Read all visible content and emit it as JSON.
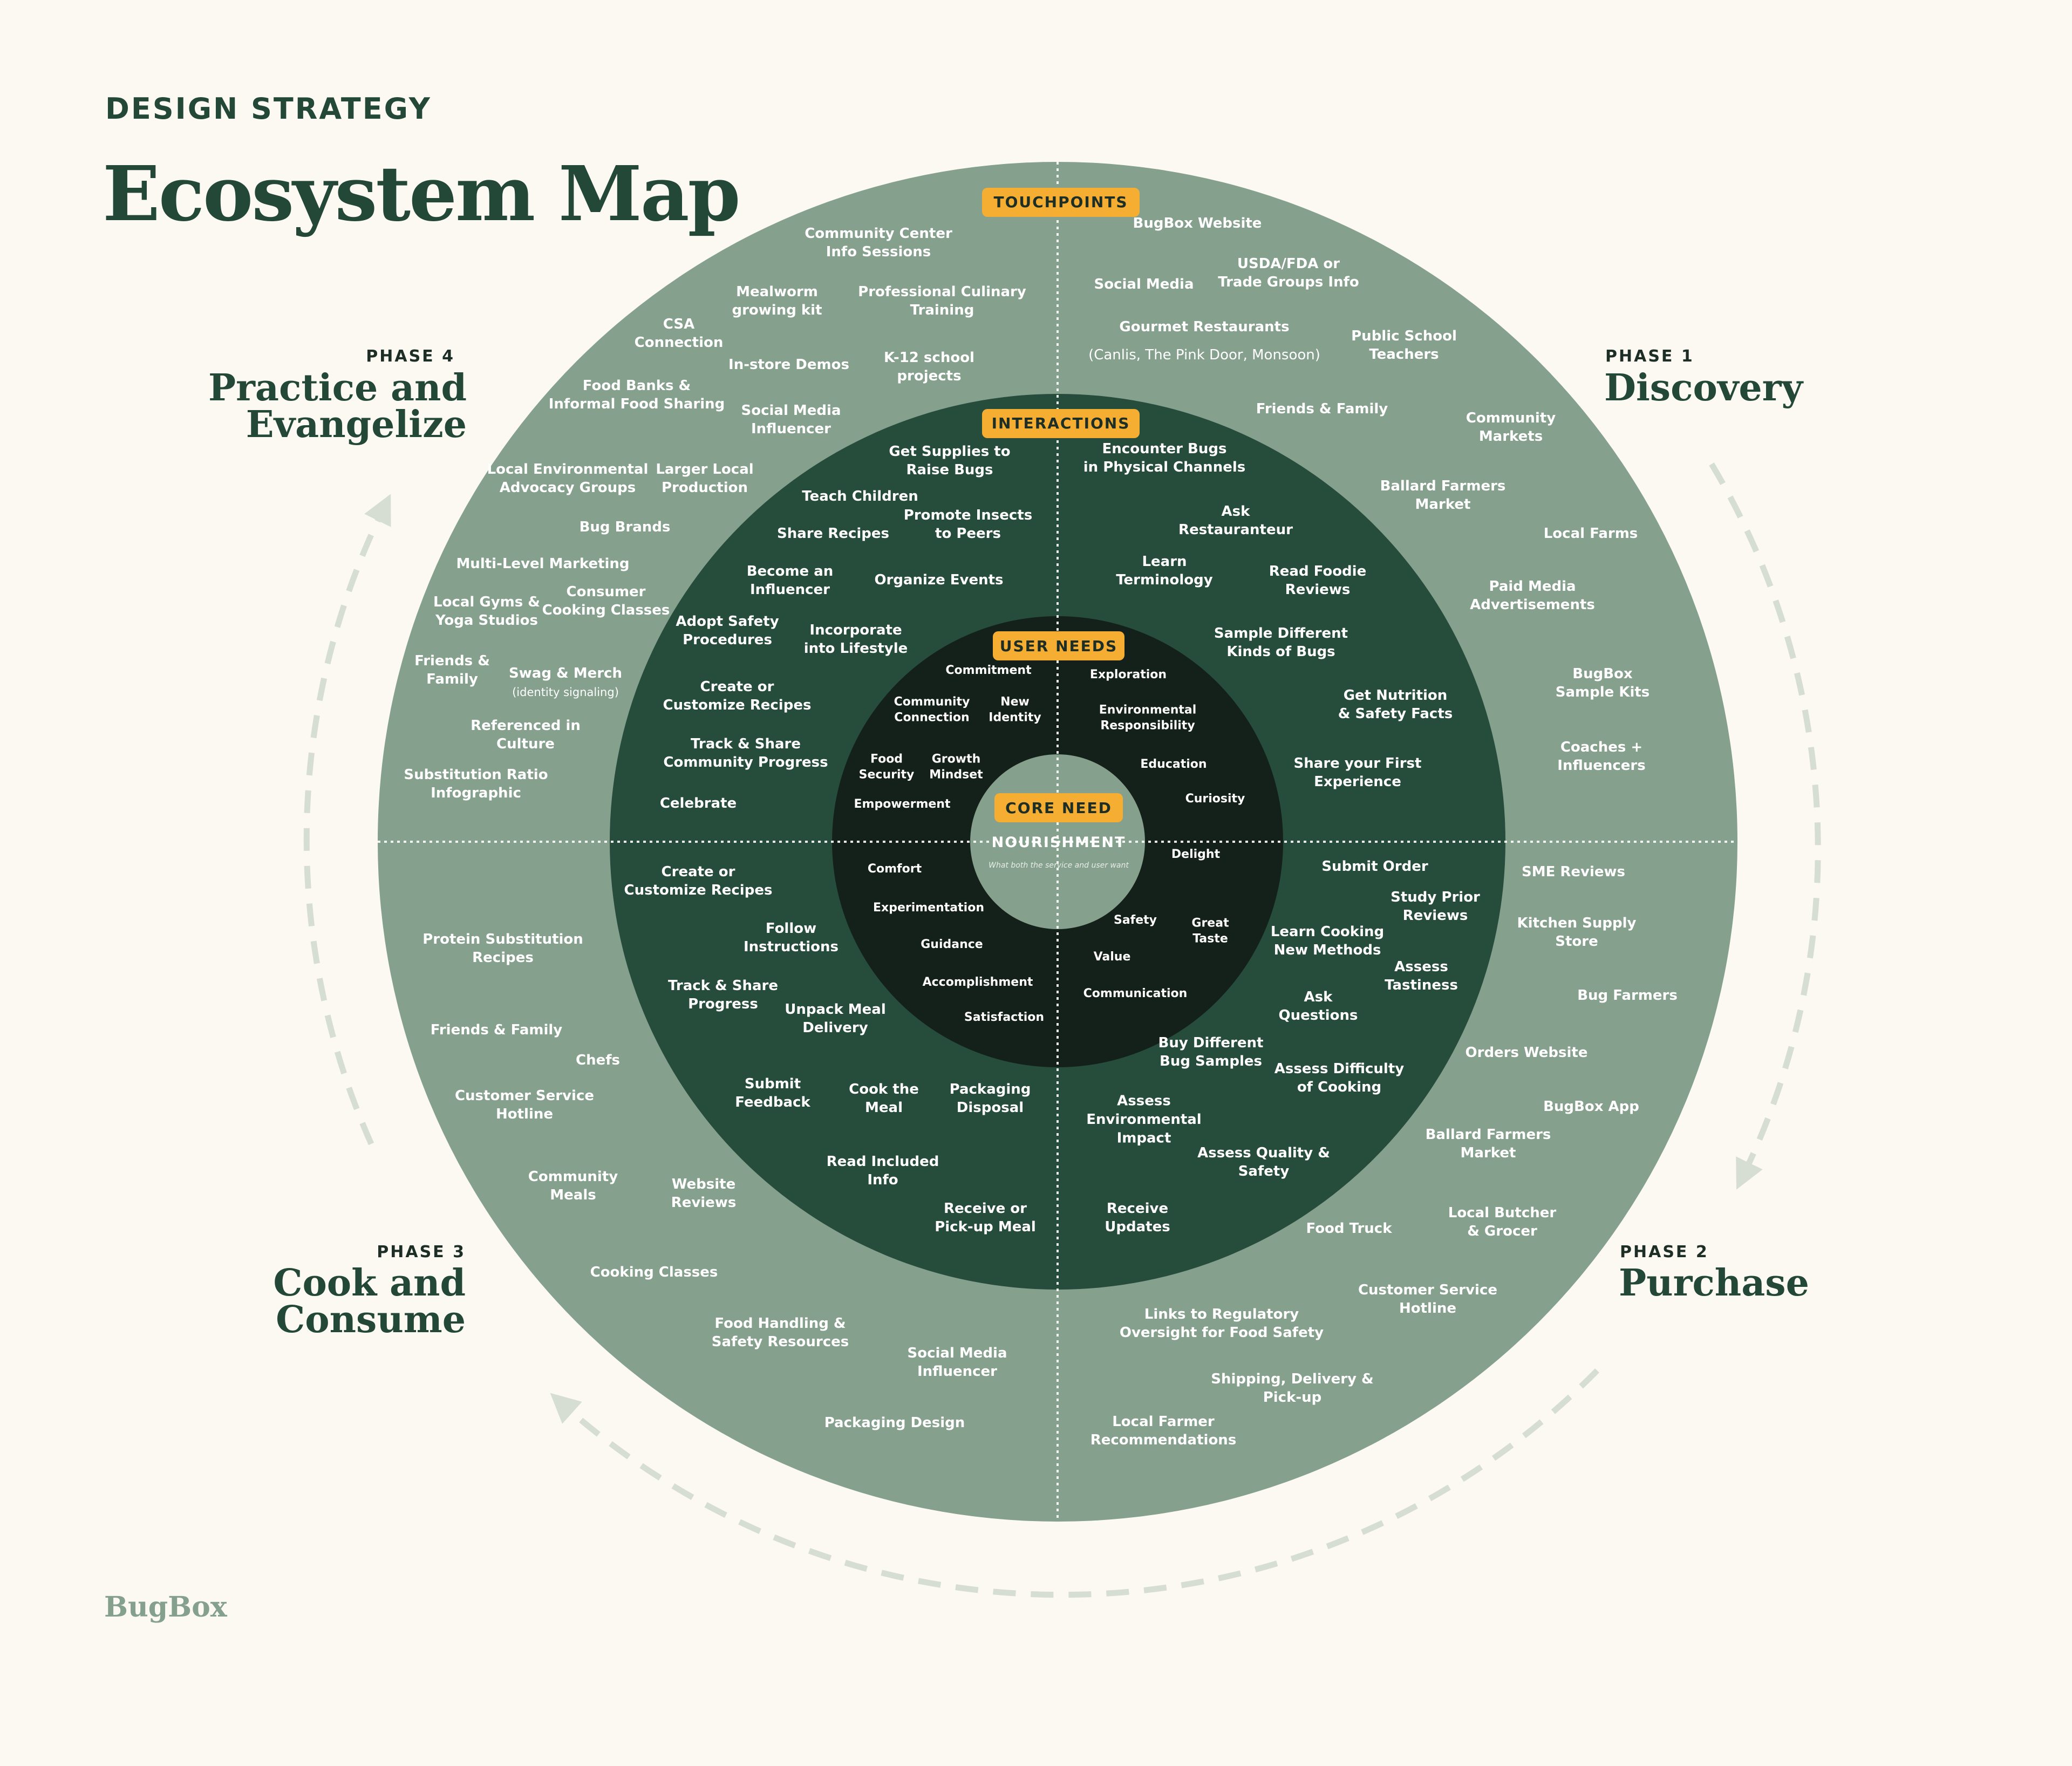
{
  "header": {
    "kicker": "DESIGN STRATEGY",
    "title": "Ecosystem Map"
  },
  "brand": "BugBox",
  "colors": {
    "background": "#fcf9f2",
    "touchpoints": "#85a08d",
    "interactions": "#264c3c",
    "user_needs": "#14201a",
    "core": "#85a08d",
    "badge": "#f5ae32",
    "dark_text": "#234838"
  },
  "badges": {
    "touchpoints": "TOUCHPOINTS",
    "interactions": "INTERACTIONS",
    "user_needs": "USER NEEDS",
    "core_need": "CORE NEED"
  },
  "core": {
    "label": "NOURISHMENT",
    "description": "What both the service and user want"
  },
  "phases": [
    {
      "label": "PHASE 1",
      "name": "Discovery"
    },
    {
      "label": "PHASE 2",
      "name": "Purchase"
    },
    {
      "label": "PHASE 3",
      "name": "Cook and Consume"
    },
    {
      "label": "PHASE 4",
      "name": "Practice and Evangelize"
    }
  ],
  "touchpoints": [
    "Community Center Info Sessions",
    "Mealworm growing kit",
    "Professional Culinary Training",
    "CSA Connection",
    "In-store Demos",
    "K-12 school projects",
    "Food Banks & Informal Food Sharing",
    "Social Media Influencer",
    "Local Environmental Advocacy Groups",
    "Larger Local Production",
    "Bug Brands",
    "Multi-Level Marketing",
    "Local Gyms & Yoga Studios",
    "Consumer Cooking Classes",
    "Friends & Family",
    "Swag & Merch",
    "(identity signaling)",
    "Referenced in Culture",
    "Substitution Ratio Infographic",
    "BugBox Website",
    "Social Media",
    "USDA/FDA or Trade Groups Info",
    "Gourmet Restaurants",
    "(Canlis, The Pink Door, Monsoon)",
    "Public School Teachers",
    "Friends & Family",
    "Community Markets",
    "Ballard Farmers Market",
    "Local Farms",
    "Paid Media Advertisements",
    "BugBox Sample Kits",
    "Coaches + Influencers",
    "SME Reviews",
    "Kitchen Supply Store",
    "Bug Farmers",
    "Orders Website",
    "BugBox App",
    "Ballard Farmers Market",
    "Local Butcher & Grocer",
    "Food Truck",
    "Customer Service Hotline",
    "Links to Regulatory Oversight for Food Safety",
    "Shipping, Delivery & Pick-up",
    "Local Farmer Recommendations",
    "Protein Substitution Recipes",
    "Friends & Family",
    "Chefs",
    "Customer Service Hotline",
    "Community Meals",
    "Website Reviews",
    "Cooking Classes",
    "Food Handling & Safety Resources",
    "Social Media Influencer",
    "Packaging Design"
  ],
  "interactions": [
    "Get Supplies to Raise Bugs",
    "Teach Children",
    "Promote Insects to Peers",
    "Share Recipes",
    "Become an Influencer",
    "Organize Events",
    "Adopt Safety Procedures",
    "Incorporate into Lifestyle",
    "Create or Customize Recipes",
    "Track & Share Community Progress",
    "Celebrate",
    "Encounter Bugs in Physical Channels",
    "Ask Restauranteur",
    "Learn Terminology",
    "Read Foodie Reviews",
    "Sample Different Kinds of Bugs",
    "Get Nutrition & Safety Facts",
    "Share your First Experience",
    "Submit Order",
    "Study Prior Reviews",
    "Learn Cooking New Methods",
    "Assess Tastiness",
    "Ask Questions",
    "Buy Different Bug Samples",
    "Assess Difficulty of Cooking",
    "Assess Environmental Impact",
    "Assess Quality & Safety",
    "Receive Updates",
    "Create or Customize Recipes",
    "Follow Instructions",
    "Track & Share Progress",
    "Unpack Meal Delivery",
    "Submit Feedback",
    "Cook the Meal",
    "Packaging Disposal",
    "Read Included Info",
    "Receive or Pick-up Meal"
  ],
  "user_needs": [
    "Commitment",
    "Community Connection",
    "New Identity",
    "Food Security",
    "Growth Mindset",
    "Empowerment",
    "Exploration",
    "Environmental Responsibility",
    "Education",
    "Curiosity",
    "Delight",
    "Safety",
    "Great Taste",
    "Value",
    "Communication",
    "Comfort",
    "Experimentation",
    "Guidance",
    "Accomplishment",
    "Satisfaction"
  ]
}
